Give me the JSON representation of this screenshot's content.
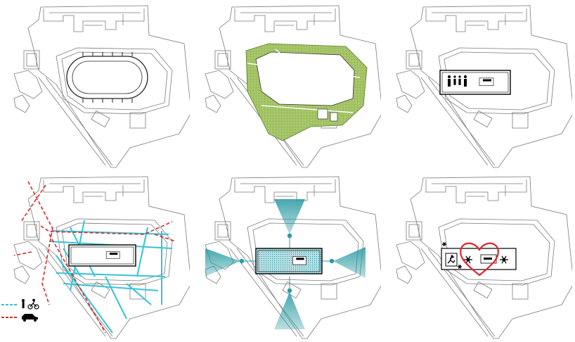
{
  "diagram": {
    "panels": [
      {
        "id": "p1",
        "layers": [
          "site",
          "track"
        ]
      },
      {
        "id": "p2",
        "layers": [
          "site",
          "green_park"
        ]
      },
      {
        "id": "p3",
        "layers": [
          "site",
          "family_sign",
          "building"
        ]
      },
      {
        "id": "p4",
        "layers": [
          "site",
          "paths",
          "roads",
          "building"
        ]
      },
      {
        "id": "p5",
        "layers": [
          "site",
          "view_cones",
          "building_hatched"
        ]
      },
      {
        "id": "p6",
        "layers": [
          "site",
          "winter_icons",
          "heart"
        ]
      }
    ],
    "legend": [
      {
        "icon": "pedestrian-cyclist-icon",
        "line_color": "#34c3d6",
        "line_style": "dashed"
      },
      {
        "icon": "car-icon",
        "line_color": "#d42a2a",
        "line_style": "dashed"
      }
    ],
    "colors": {
      "outline": "#7a7a7a",
      "green": "#a9c96a",
      "cyan": "#34c3d6",
      "teal": "#2a9aa3",
      "red": "#d42a2a",
      "heart": "#e0242e"
    }
  }
}
